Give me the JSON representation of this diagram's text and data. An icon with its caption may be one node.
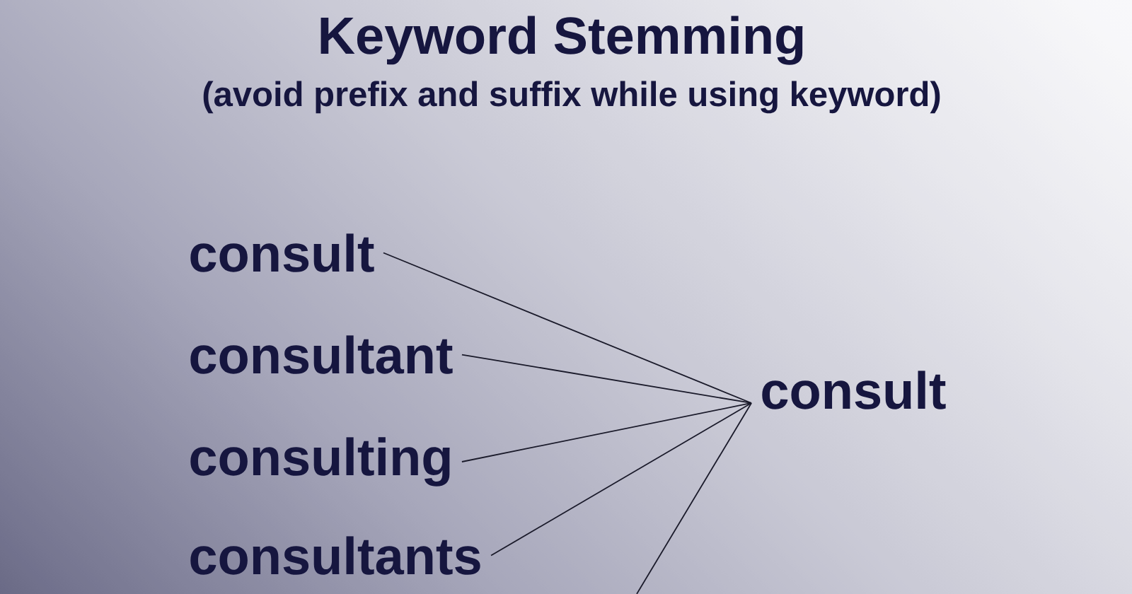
{
  "diagram": {
    "title": "Keyword Stemming",
    "nodes": [
      {
        "text": [
          "consult"
        ]
      },
      {
        "text": [
          "consultant"
        ]
      },
      {
        "text": [
          "consulting"
        ]
      },
      {
        "text": [
          "consultants"
        ]
      },
      {
        "text": [
          "consult"
        ]
      }
    ],
    "edges": [
      {
        "from": 0,
        "to": 4,
        "arrow": "none"
      },
      {
        "from": 1,
        "to": 4,
        "arrow": "none"
      },
      {
        "from": 2,
        "to": 4,
        "arrow": "none"
      },
      {
        "from": 3,
        "to": 4,
        "arrow": "none"
      },
      {
        "from": null,
        "to": 4,
        "arrow": "none"
      }
    ],
    "labels": [
      "(avoid prefix and suffix while using keyword)"
    ]
  }
}
